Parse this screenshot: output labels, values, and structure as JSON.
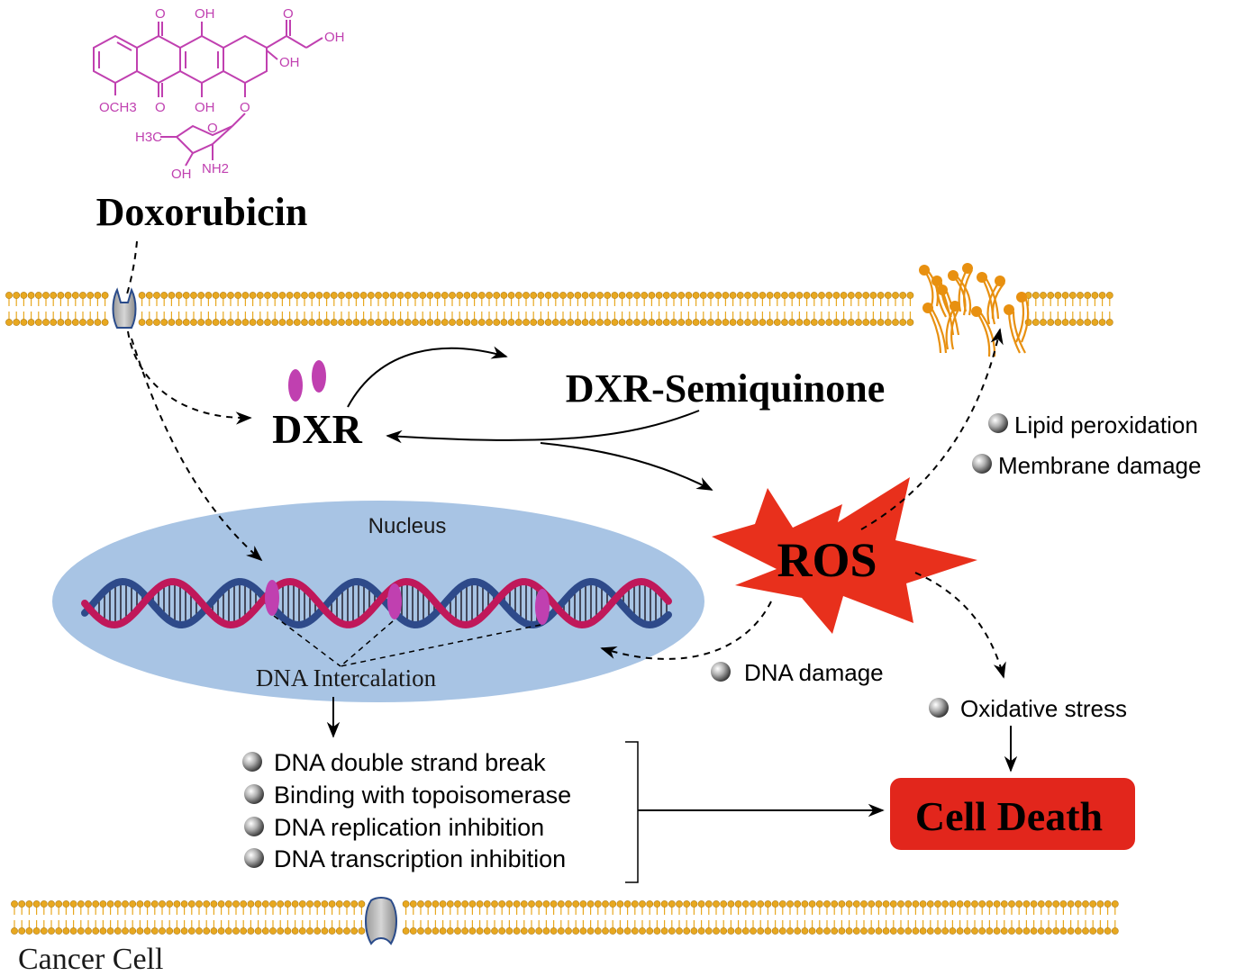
{
  "drug": {
    "name": "Doxorubicin",
    "structure_labels": [
      "O",
      "OH",
      "O",
      "OH",
      "OH",
      "OCH3",
      "O",
      "OH",
      "O",
      "H3C",
      "O",
      "OH",
      "NH2"
    ]
  },
  "nodes": {
    "dxr": "DXR",
    "semiquinone": "DXR-Semiquinone",
    "ros": "ROS",
    "nucleus": "Nucleus",
    "intercalation": "DNA Intercalation",
    "cell_death": "Cell Death",
    "cancer_cell": "Cancer Cell"
  },
  "effects": {
    "ros_membrane": [
      "Lipid peroxidation",
      "Membrane damage"
    ],
    "ros_dna": "DNA damage",
    "ros_stress": "Oxidative stress",
    "intercalation_effects": [
      "DNA double strand break",
      "Binding with topoisomerase",
      "DNA replication inhibition",
      "DNA transcription inhibition"
    ]
  },
  "colors": {
    "drug": "#c040b0",
    "membrane": "#e8a820",
    "lipid_damage": "#e89010",
    "nucleus": "#a8c4e4",
    "dna_red": "#c0185a",
    "dna_blue": "#2e4a8a",
    "ros": "#e8301c",
    "cell_death": "#e2261c"
  }
}
